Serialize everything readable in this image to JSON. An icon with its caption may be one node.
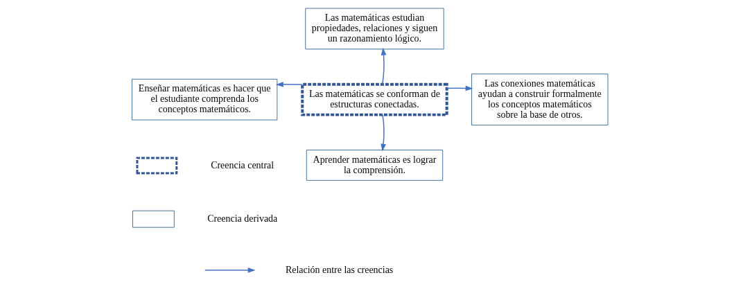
{
  "diagram": {
    "nodes": [
      {
        "text": [
          "Las matemáticas se conforman de estructuras conectadas."
        ]
      },
      {
        "text": [
          "Las matemáticas estudian propiedades, relaciones y siguen un razonamiento lógico."
        ]
      },
      {
        "text": [
          "Enseñar matemáticas es hacer que el estudiante comprenda los conceptos matemáticos."
        ]
      },
      {
        "text": [
          "Las conexiones matemáticas ayudan a construir formalmente los conceptos matemáticos sobre la base de otros."
        ]
      },
      {
        "text": [
          "Aprender matemáticas es lograr la comprensión."
        ]
      }
    ],
    "edges": [
      {
        "from": 0,
        "to": 1,
        "arrow": "to"
      },
      {
        "from": 0,
        "to": 2,
        "arrow": "to"
      },
      {
        "from": 0,
        "to": 3,
        "arrow": "to"
      },
      {
        "from": 0,
        "to": 4,
        "arrow": "to"
      }
    ],
    "legend": [
      {
        "text": "Creencia central"
      },
      {
        "text": "Creencia derivada"
      },
      {
        "text": "Relación entre las creencias"
      }
    ]
  }
}
